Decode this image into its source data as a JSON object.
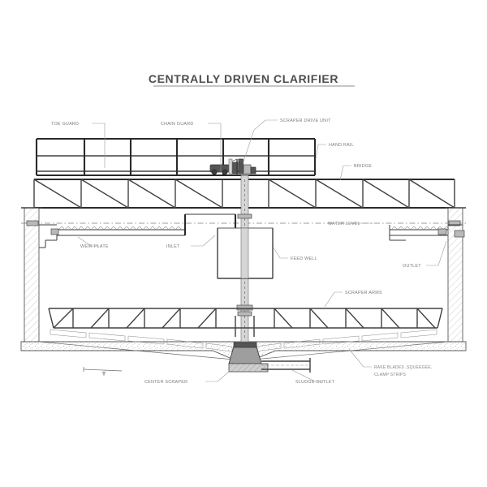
{
  "document": {
    "title": "CENTRALLY DRIVEN CLARIFIER",
    "drawing_type": "engineering cross-section",
    "background_color": "#ffffff",
    "line_color": "#3b3b3b",
    "label_color": "#7c7c82"
  },
  "labels": {
    "toe_guard": "TOE GUARD",
    "chain_guard": "CHAIN GUARD",
    "scraper_drive_unit": "SCRAPER DRIVE UNIT",
    "handrail": "HAND RAIL",
    "bridge": "BRIDGE",
    "water_level": "WATER LEVEL",
    "weir_plate": "WEIR PLATE",
    "inlet": "INLET",
    "feed_well": "FEED WELL",
    "outlet": "OUTLET",
    "scraper_arms": "SCRAPER ARMS",
    "center_scraper": "CENTER SCRAPER",
    "sludge_outlet": "SLUDGE OUTLET",
    "rake_blades_line1": "RAKE BLADES ,SQUEEGEE,",
    "rake_blades_line2": "CLAMP STRIPS"
  },
  "components": [
    {
      "id": "toe-guard",
      "label": "TOE GUARD"
    },
    {
      "id": "chain-guard",
      "label": "CHAIN GUARD"
    },
    {
      "id": "scraper-drive-unit",
      "label": "SCRAPER DRIVE UNIT"
    },
    {
      "id": "handrail",
      "label": "HAND RAIL"
    },
    {
      "id": "bridge",
      "label": "BRIDGE"
    },
    {
      "id": "water-level",
      "label": "WATER LEVEL"
    },
    {
      "id": "weir-plate",
      "label": "WEIR PLATE"
    },
    {
      "id": "inlet",
      "label": "INLET"
    },
    {
      "id": "feed-well",
      "label": "FEED WELL"
    },
    {
      "id": "outlet",
      "label": "OUTLET"
    },
    {
      "id": "scraper-arms",
      "label": "SCRAPER ARMS"
    },
    {
      "id": "center-scraper",
      "label": "CENTER SCRAPER"
    },
    {
      "id": "sludge-outlet",
      "label": "SLUDGE OUTLET"
    },
    {
      "id": "rake-blades",
      "label": "RAKE BLADES ,SQUEEGEE, CLAMP STRIPS"
    }
  ]
}
